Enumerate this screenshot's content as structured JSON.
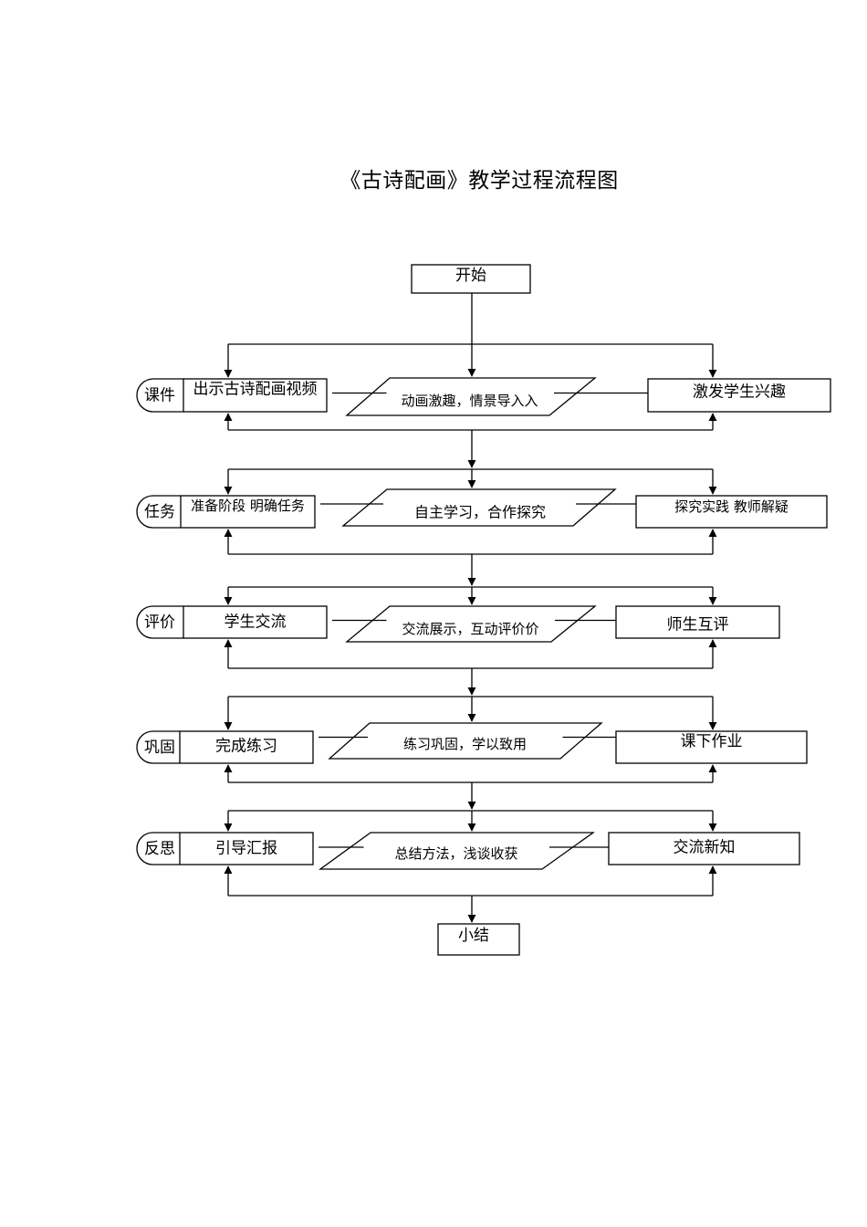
{
  "title": "《古诗配画》教学过程流程图",
  "start": "开始",
  "end": "小结",
  "rows": [
    {
      "tag": "课件",
      "left": "出示古诗配画视频",
      "middle": "动画激趣，情景导入入",
      "right": "激发学生兴趣"
    },
    {
      "tag": "任务",
      "left": "准备阶段  明确任务",
      "middle": "自主学习，合作探究",
      "right": "探究实践 教师解疑"
    },
    {
      "tag": "评价",
      "left": "学生交流",
      "middle": "交流展示，互动评价价",
      "right": "师生互评"
    },
    {
      "tag": "巩固",
      "left": "完成练习",
      "middle": "练习巩固，学以致用",
      "right": "课下作业"
    },
    {
      "tag": "反思",
      "left": "引导汇报",
      "middle": "总结方法，浅谈收获",
      "right": "交流新知"
    }
  ],
  "colors": {
    "stroke": "#000000",
    "background": "#ffffff"
  }
}
